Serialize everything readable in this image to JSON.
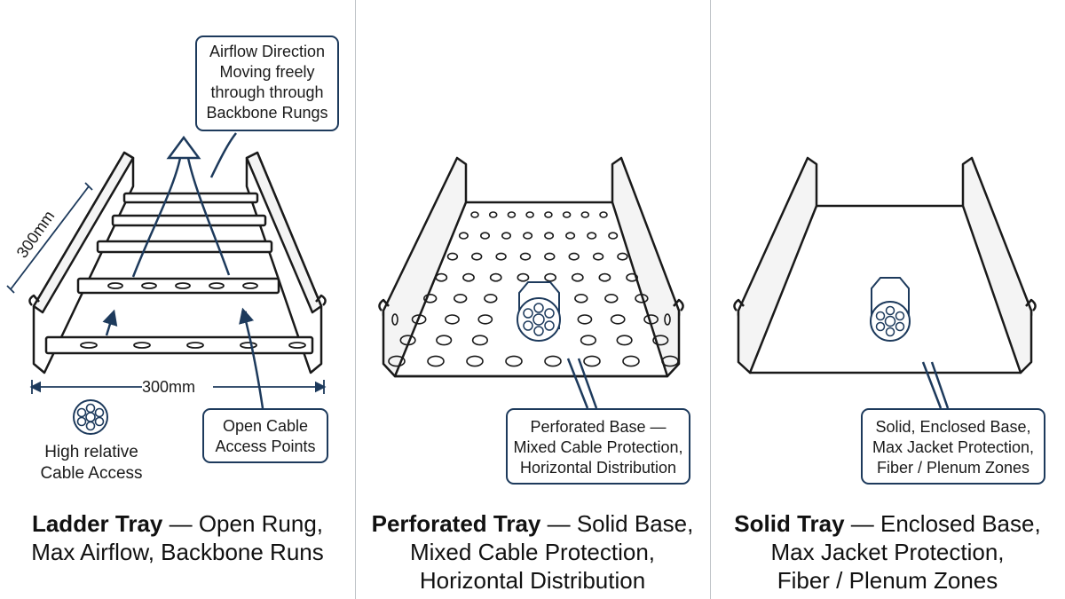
{
  "panels": [
    {
      "caption": {
        "bold": "Ladder Tray",
        "rest": " — Open Rung,",
        "line2": "Max Airflow, Backbone Runs"
      },
      "callout_airflow": [
        "Airflow Direction",
        "Moving freely",
        "through through",
        "Backbone Rungs"
      ],
      "callout_access": [
        "Open Cable",
        "Access Points"
      ],
      "dim_width": "300mm",
      "dim_depth": "300mm",
      "cable_label": [
        "High relative",
        "Cable Access"
      ]
    },
    {
      "caption": {
        "bold": "Perforated Tray",
        "rest": " — Solid Base,",
        "line2": "Mixed Cable Protection,",
        "line3": "Horizontal Distribution"
      },
      "callout": [
        "Perforated Base —",
        "Mixed Cable Protection,",
        "Horizontal Distribution"
      ]
    },
    {
      "caption": {
        "bold": "Solid Tray",
        "rest": " — Enclosed Base,",
        "line2": "Max Jacket Protection,",
        "line3": "Fiber / Plenum Zones"
      },
      "callout": [
        "Solid, Enclosed Base,",
        "Max Jacket Protection,",
        "Fiber / Plenum Zones"
      ]
    }
  ],
  "colors": {
    "line": "#1a1a1a",
    "accent": "#1d3a5c",
    "divider": "#bfc3c8"
  }
}
